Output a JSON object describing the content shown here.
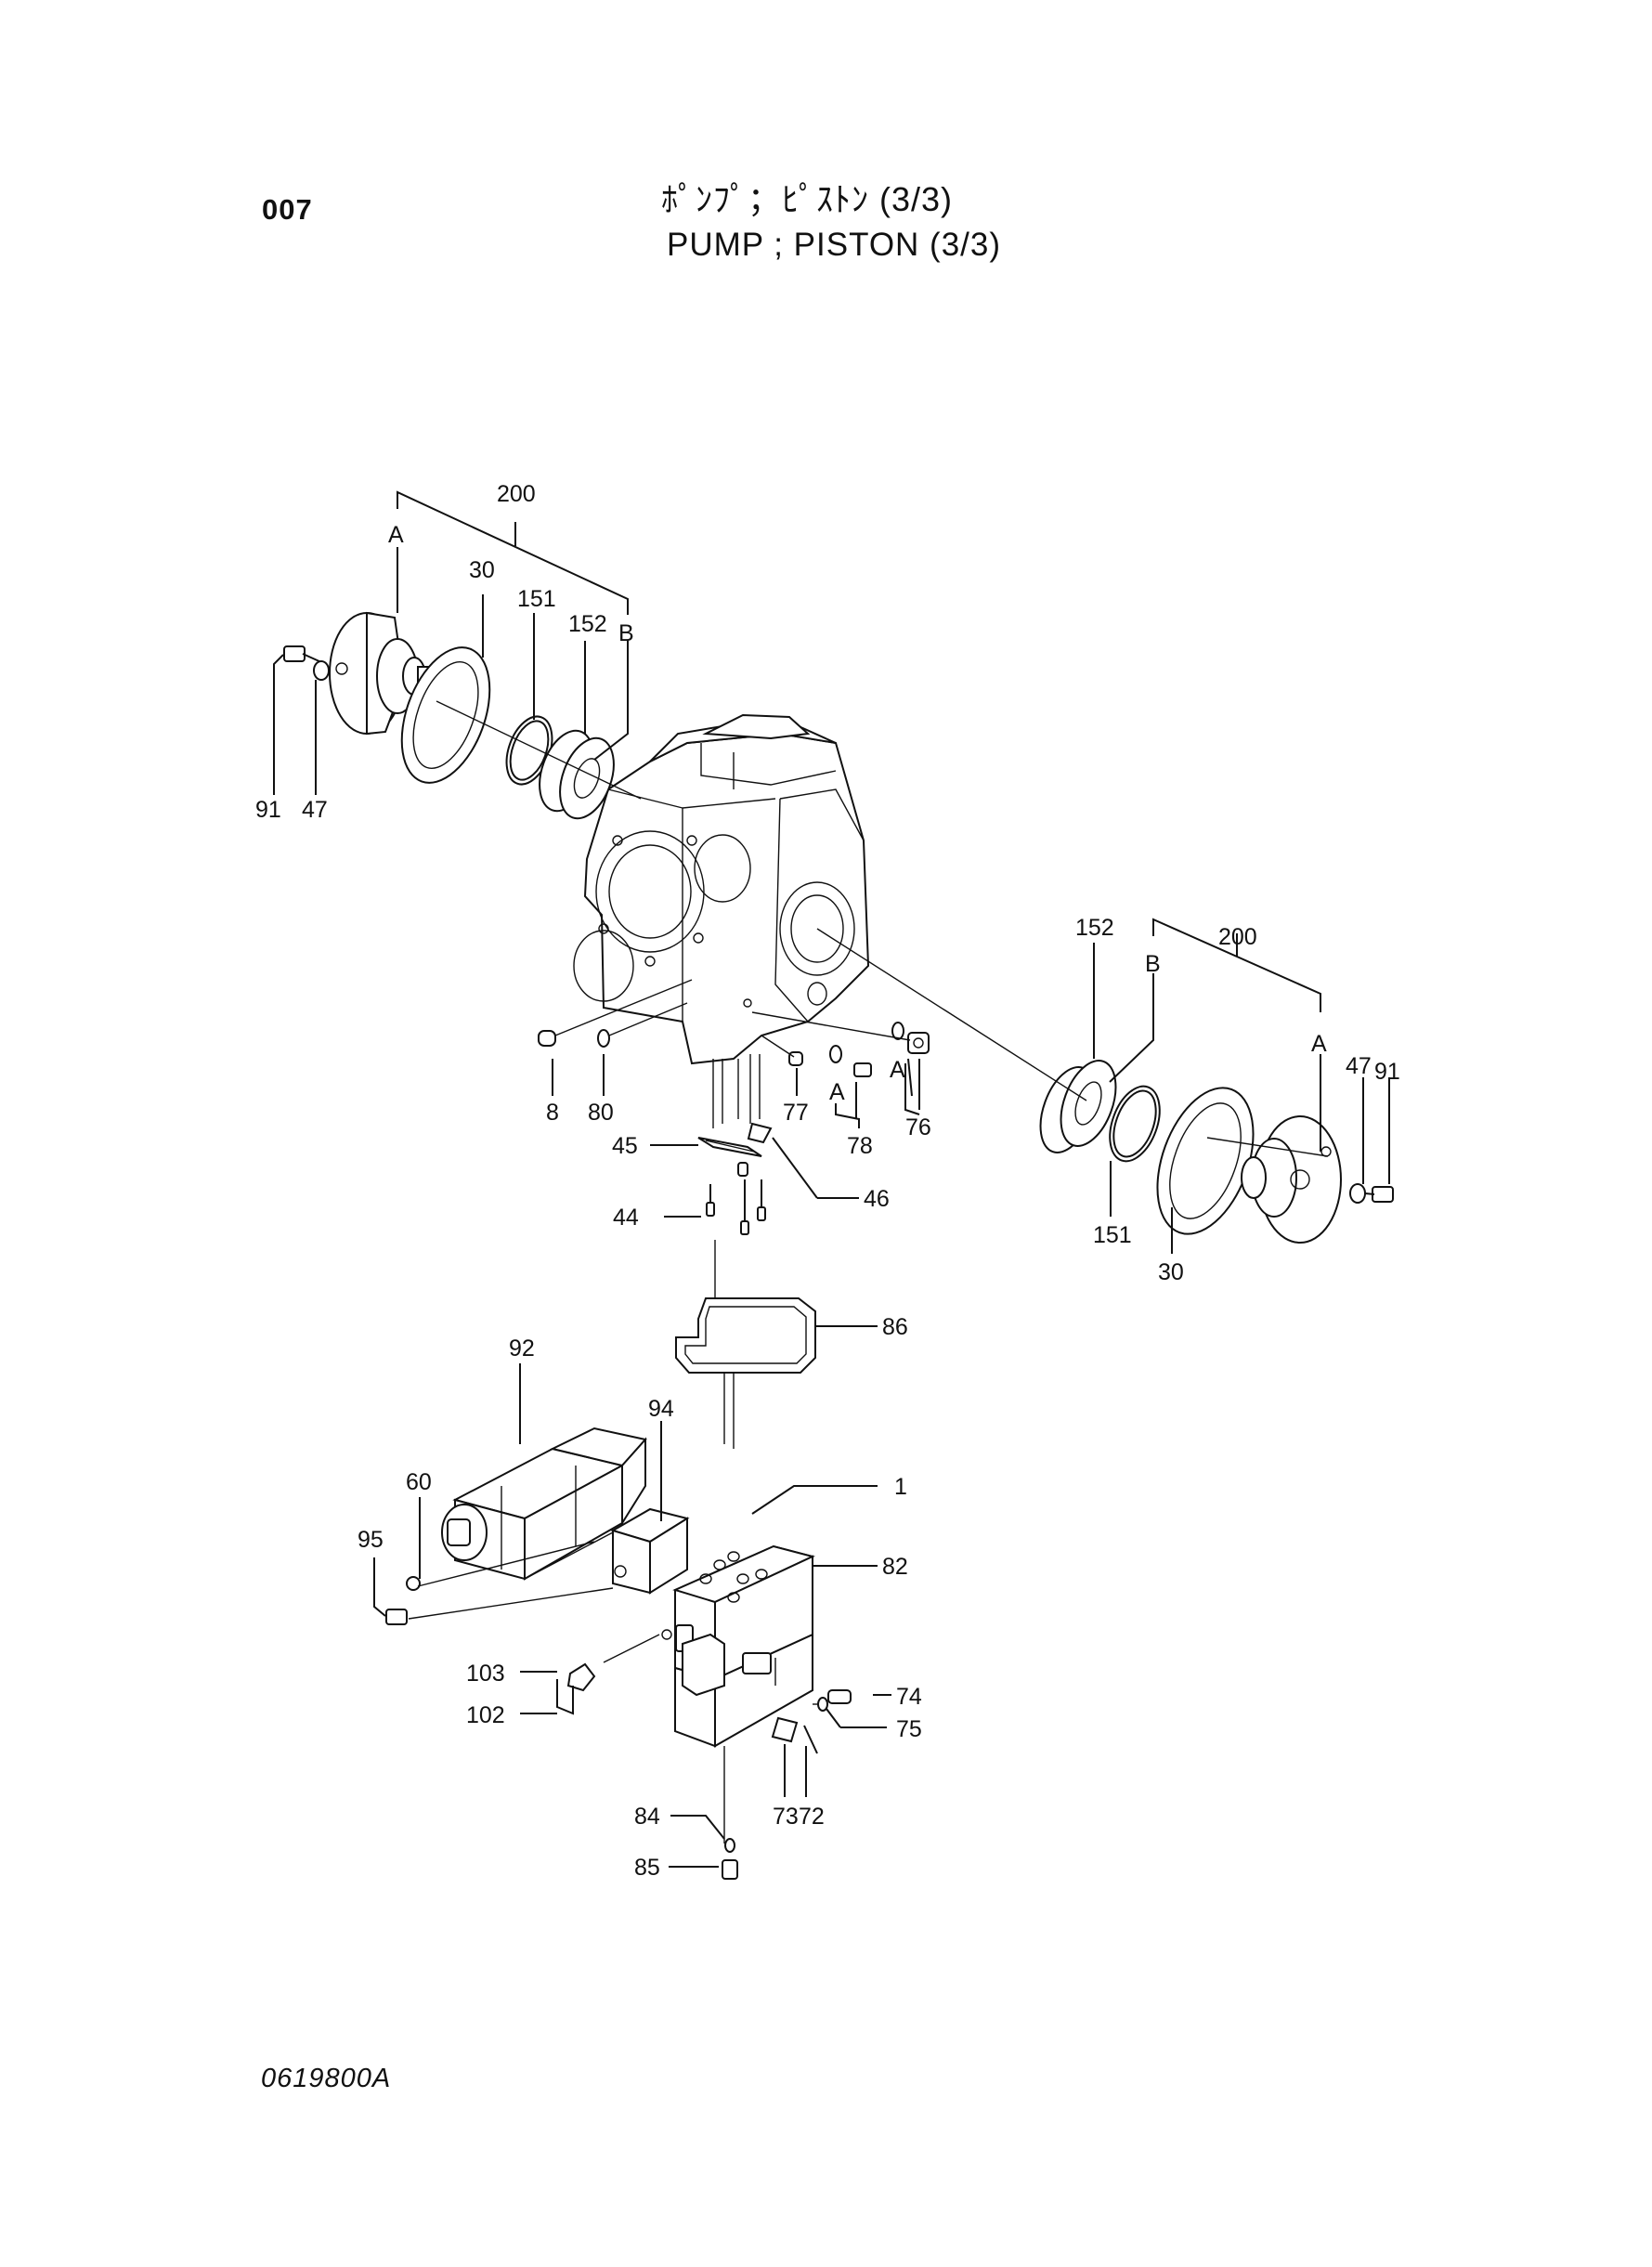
{
  "header": {
    "page_number": "007",
    "title_jp": "ﾎﾟﾝﾌﾟ；ﾋﾟｽﾄﾝ (3/3)",
    "title_en": "PUMP ; PISTON (3/3)"
  },
  "footer": {
    "drawing_code": "0619800A"
  },
  "callouts": {
    "c200_top": "200",
    "A_top": "A",
    "c30_top": "30",
    "c151_top": "151",
    "c152_top": "152",
    "B_top": "B",
    "c91_left": "91",
    "c47_left": "47",
    "c152_right": "152",
    "c200_right": "200",
    "B_right": "B",
    "A_right": "A",
    "c47_right": "47",
    "c91_right": "91",
    "c151_right": "151",
    "c30_right": "30",
    "c8": "8",
    "c80": "80",
    "c77": "77",
    "A_mid": "A",
    "A_mid2": "A",
    "c78": "78",
    "c76": "76",
    "c45": "45",
    "c46": "46",
    "c44": "44",
    "c86": "86",
    "c92": "92",
    "c94": "94",
    "c60": "60",
    "c95": "95",
    "c1": "1",
    "c82": "82",
    "c103": "103",
    "c102": "102",
    "c74": "74",
    "c75": "75",
    "c84": "84",
    "c85": "85",
    "c73": "73",
    "c72": "72"
  }
}
